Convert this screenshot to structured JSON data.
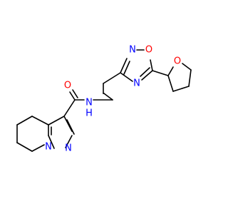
{
  "structure": {
    "atoms": {
      "carbonyl_O": {
        "text": "O",
        "color": "#ff0000"
      },
      "amide_N": {
        "text": "N",
        "color": "#0000ff"
      },
      "amide_H": {
        "text": "H",
        "color": "#0000ff"
      },
      "oxadiazole_N2": {
        "text": "N",
        "color": "#0000ff"
      },
      "oxadiazole_O1": {
        "text": "O",
        "color": "#ff0000"
      },
      "oxadiazole_N4": {
        "text": "N",
        "color": "#0000ff"
      },
      "thf_O": {
        "text": "O",
        "color": "#ff0000"
      },
      "pyrazole_N1": {
        "text": "N",
        "color": "#0000ff"
      },
      "pyrazole_N2": {
        "text": "N",
        "color": "#0000ff"
      }
    },
    "bond_color": "#000000",
    "background": "#ffffff"
  }
}
